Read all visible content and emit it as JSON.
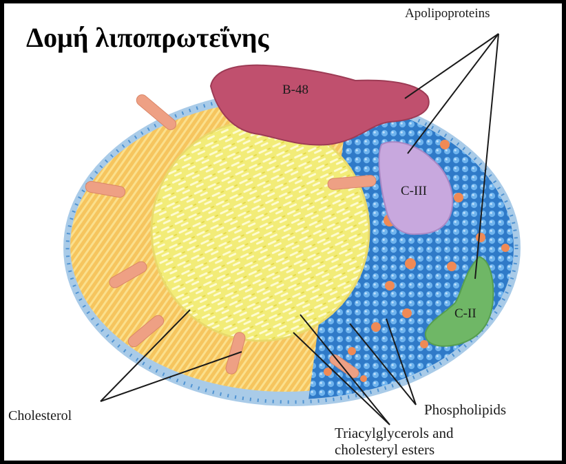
{
  "title": "Δομή λιποπρωτεΐνης",
  "labels": {
    "apolipoproteins": "Apolipoproteins",
    "b48": "B-48",
    "c3": "C-III",
    "c2": "C-II",
    "cholesterol": "Cholesterol",
    "phospholipids": "Phospholipids",
    "triacyl_line1": "Triacylglycerols and",
    "triacyl_line2": "cholesteryl esters"
  },
  "colors": {
    "frame": "#000000",
    "background": "#ffffff",
    "core_yellow": "#f4ee6a",
    "band_orange": "#f6c35c",
    "phospholipid_blue": "#3d8fd8",
    "outer_lightblue": "#a9cbe8",
    "apo_b48": "#c0506e",
    "apo_c3": "#c8a8de",
    "apo_c2": "#6fb766",
    "cholesterol_pink": "#eea084"
  }
}
